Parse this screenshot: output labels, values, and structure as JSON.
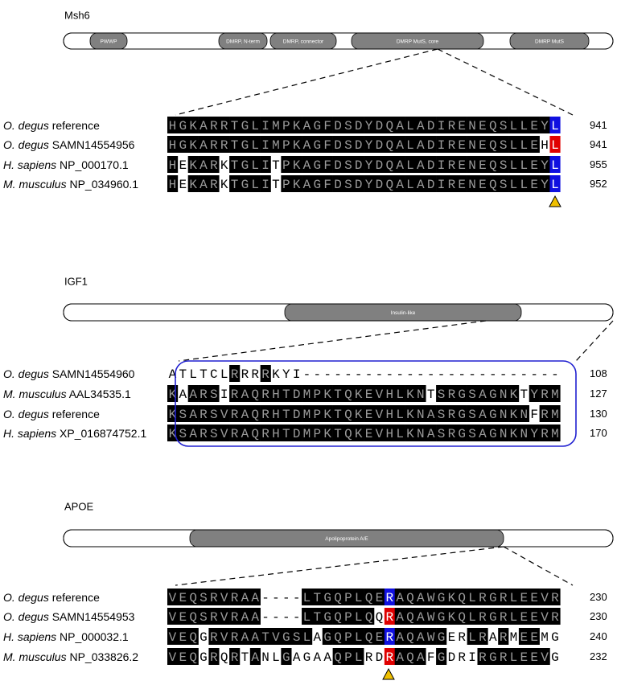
{
  "panels": [
    {
      "id": "msh6",
      "title": "Msh6",
      "domains": [
        "PWWP",
        "DMRP, N-term",
        "DMRP, connector",
        "DMRP MutS, core",
        "DMRP MutS"
      ],
      "rows": [
        {
          "species": "O. degus",
          "label": " reference",
          "seq": "HGKARRTGLIMPKAGFDSDYDQALADIRENEQSLLEYL",
          "hi": "",
          "num": "941"
        },
        {
          "species": "O. degus",
          "label": " SAMN14554956",
          "seq": "HGKARRTGLIMPKAGFDSDYDQALADIRENEQSLLEHL",
          "hi": "",
          "num": "941"
        },
        {
          "species": "H. sapiens",
          "label": " NP_000170.1",
          "seq": "HEKARKTGLITPKAGFDSDYDQALADIRENEQSLLEYL",
          "hi": "",
          "num": "955"
        },
        {
          "species": "M. musculus",
          "label": " NP_034960.1",
          "seq": "HEKARKTGLITPKAGFDSDYDQALADIRENEQSLLEYL",
          "hi": "",
          "num": "952"
        }
      ]
    },
    {
      "id": "igf1",
      "title": "IGF1",
      "domains": [
        "Insulin-like"
      ],
      "rows": [
        {
          "species": "O. degus",
          "label": " SAMN14554960",
          "seq": "ATLTCLRRRRKYI-------------------------",
          "hi": "",
          "num": "108"
        },
        {
          "species": "M. musculus",
          "label": " AAL34535.1",
          "seq": "KAARSIRAQRHTDMPKTQKEVHLKNTSRGSAGNKTYRM",
          "hi": "",
          "num": "127"
        },
        {
          "species": "O. degus",
          "label": " reference",
          "seq": "KSARSVRAQRHTDMPKTQKEVHLKNASRGSAGNKNFRM",
          "hi": "",
          "num": "130"
        },
        {
          "species": "H. sapiens",
          "label": " XP_016874752.1",
          "seq": "KSARSVRAQRHTDMPKTQKEVHLKNASRGSAGNKNYRM",
          "hi": "",
          "num": "170"
        }
      ]
    },
    {
      "id": "apoe",
      "title": "APOE",
      "domains": [
        "Apolipoprotein A/E"
      ],
      "rows": [
        {
          "species": "O. degus",
          "label": " reference",
          "seq": "VEQSRVRAA----LTGQPLQERAQAWGKQLRGRLEEVR",
          "hi": "",
          "num": "230"
        },
        {
          "species": "O. degus",
          "label": " SAMN14554953",
          "seq": "VEQSRVRAA----LTGQPLQQRAQAWGKQLRGRLEEVR",
          "hi": "",
          "num": "230"
        },
        {
          "species": "H. sapiens",
          "label": " NP_000032.1",
          "seq": "VEQGRVRAATVGSLAGQPLQERAQAWGERLRARMEEMG",
          "hi": "",
          "num": "240"
        },
        {
          "species": "M. musculus",
          "label": " NP_033826.2",
          "seq": "VEQGRQRTANLGAGAAQPLRDRAQAFGDRIRGRLEEVG",
          "hi": "",
          "num": "232"
        }
      ]
    }
  ],
  "colors": {
    "consensus_bg": "#000000",
    "consensus_fg": "#9a9a9a",
    "mismatch_bg": "#ffffff",
    "mismatch_fg": "#000000",
    "blue": "#1010e0",
    "red": "#e00000",
    "domain_fill": "#808080",
    "outline_box": "#2020d0",
    "marker": "#f0c000"
  }
}
